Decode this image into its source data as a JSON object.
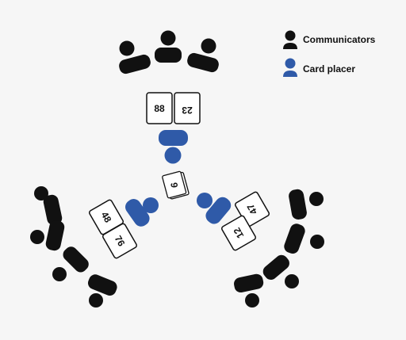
{
  "colors": {
    "communicator": "#111111",
    "card_placer": "#2f5aa8",
    "background": "#f6f6f6"
  },
  "legend": {
    "communicators_label": "Communicators",
    "card_placer_label": "Card placer"
  },
  "cards": {
    "top_left": "88",
    "top_right": "23",
    "center": "6",
    "left_top": "48",
    "left_bottom": "76",
    "right_top": "47",
    "right_bottom": "12"
  }
}
